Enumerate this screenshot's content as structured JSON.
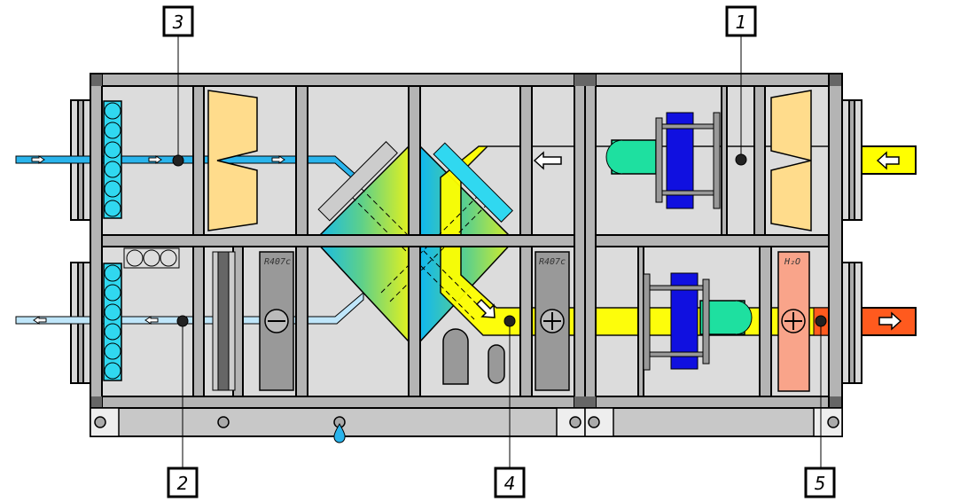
{
  "title": "Air handling unit with heat recovery – schematic",
  "callouts": [
    {
      "id": "1",
      "label": "1"
    },
    {
      "id": "2",
      "label": "2"
    },
    {
      "id": "3",
      "label": "3"
    },
    {
      "id": "4",
      "label": "4"
    },
    {
      "id": "5",
      "label": "5"
    }
  ],
  "components": {
    "refrigerant_left": "R407c",
    "refrigerant_right": "R407c",
    "water_heater": "H₂O"
  },
  "colors": {
    "frame": "#b4b4b4",
    "panel": "#dcdcdc",
    "supply_air": "#ffff00",
    "heated_air": "#ff5a1e",
    "fresh_air": "#2ab4ec",
    "exhaust_air": "#bfe6fa",
    "filter": "#ffdc8c",
    "fan_wheel": "#1010e0",
    "motor": "#1ee0a0",
    "heater": "#f9a48a",
    "damper": "#30d8f0"
  }
}
